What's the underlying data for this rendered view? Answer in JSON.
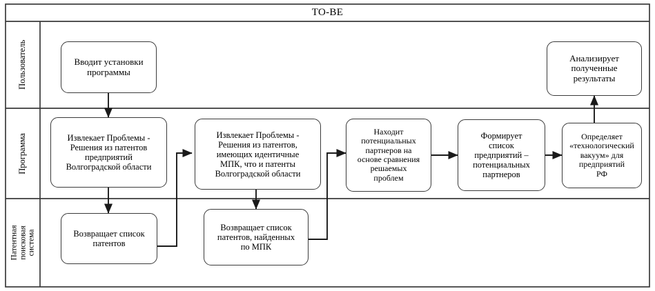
{
  "title": "TO-BE",
  "lanes": [
    {
      "label": "Пользователь"
    },
    {
      "label": "Программа"
    },
    {
      "label": "Патентная\nпоисковая\nсистема"
    }
  ],
  "nodes": [
    {
      "id": "n1",
      "label": "Вводит установки\nпрограммы",
      "lane": "Пользователь"
    },
    {
      "id": "n2",
      "label": "Анализирует\nполученные\nрезультаты",
      "lane": "Пользователь"
    },
    {
      "id": "n3",
      "label": "Извлекает Проблемы -\nРешения из патентов\nпредприятий\nВолгоградской области",
      "lane": "Программа"
    },
    {
      "id": "n4",
      "label": "Извлекает Проблемы -\nРешения из патентов,\nимеющих идентичные\nМПК, что и патенты\nВолгоградской области",
      "lane": "Программа"
    },
    {
      "id": "n5",
      "label": "Находит\nпотенциальных\nпартнеров на\nоснове сравнения\nрешаемых\nпроблем",
      "lane": "Программа"
    },
    {
      "id": "n6",
      "label": "Формирует\nсписок\nпредприятий –\nпотенциальных\nпартнеров",
      "lane": "Программа"
    },
    {
      "id": "n7",
      "label": "Определяет\n«технологический\nвакуум» для\nпредприятий\nРФ",
      "lane": "Программа"
    },
    {
      "id": "n8",
      "label": "Возвращает список\nпатентов",
      "lane": "Патентная поисковая система"
    },
    {
      "id": "n9",
      "label": "Возвращает список\nпатентов, найденных\nпо МПК",
      "lane": "Патентная поисковая система"
    }
  ],
  "edges": [
    {
      "from": "n1",
      "to": "n3"
    },
    {
      "from": "n3",
      "to": "n8"
    },
    {
      "from": "n8",
      "to": "n4"
    },
    {
      "from": "n4",
      "to": "n9"
    },
    {
      "from": "n9",
      "to": "n5"
    },
    {
      "from": "n5",
      "to": "n6"
    },
    {
      "from": "n6",
      "to": "n7"
    },
    {
      "from": "n7",
      "to": "n2"
    }
  ],
  "colors": {
    "stroke": "#3a3a3a",
    "line": "#1a1a1a",
    "background": "#ffffff",
    "text": "#000000"
  }
}
